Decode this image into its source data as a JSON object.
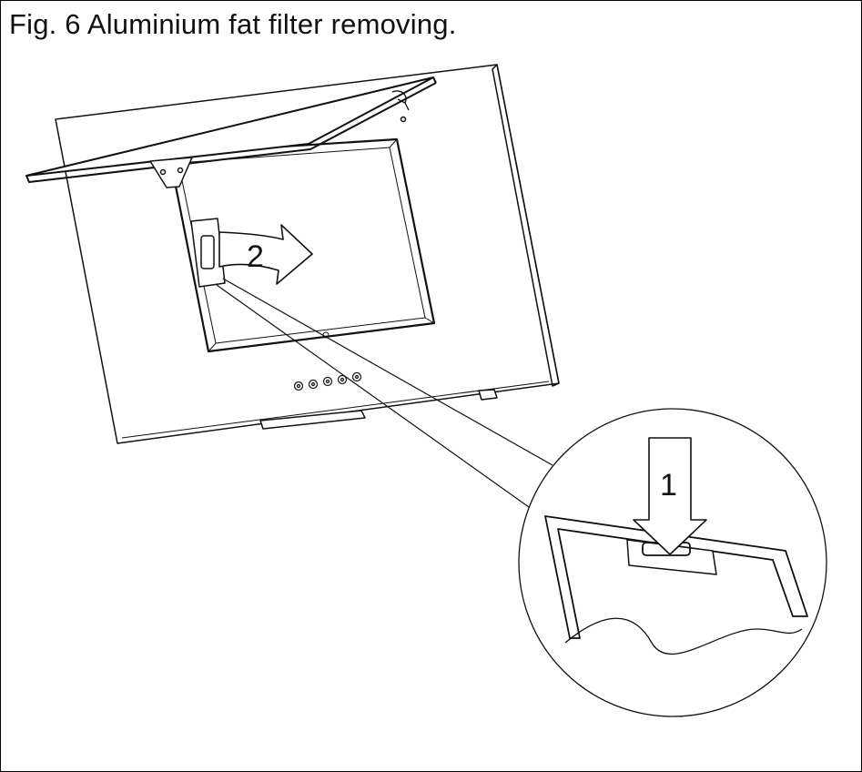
{
  "figure": {
    "title": "Fig. 6 Aluminium fat filter removing.",
    "step_labels": [
      "1",
      "2"
    ]
  },
  "colors": {
    "line": "#111111",
    "background": "#ffffff"
  },
  "icons": [
    "arrow-step-1-icon",
    "curved-arrow-step-2-icon",
    "knob-icon"
  ]
}
